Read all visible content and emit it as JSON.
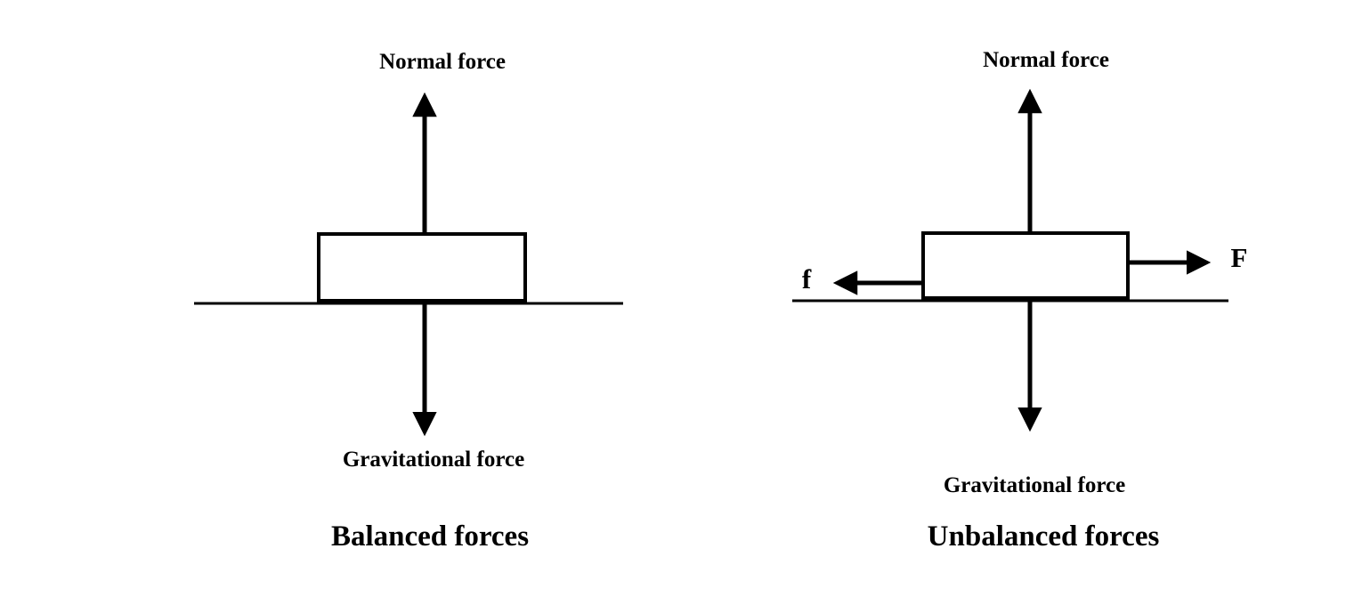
{
  "colors": {
    "ink": "#000000",
    "background": "#ffffff"
  },
  "diagrams": {
    "balanced": {
      "title": "Balanced forces",
      "normal_label": "Normal force",
      "gravity_label": "Gravitational force"
    },
    "unbalanced": {
      "title": "Unbalanced forces",
      "normal_label": "Normal force",
      "gravity_label": "Gravitational force",
      "friction_label": "f",
      "applied_label": "F"
    }
  }
}
